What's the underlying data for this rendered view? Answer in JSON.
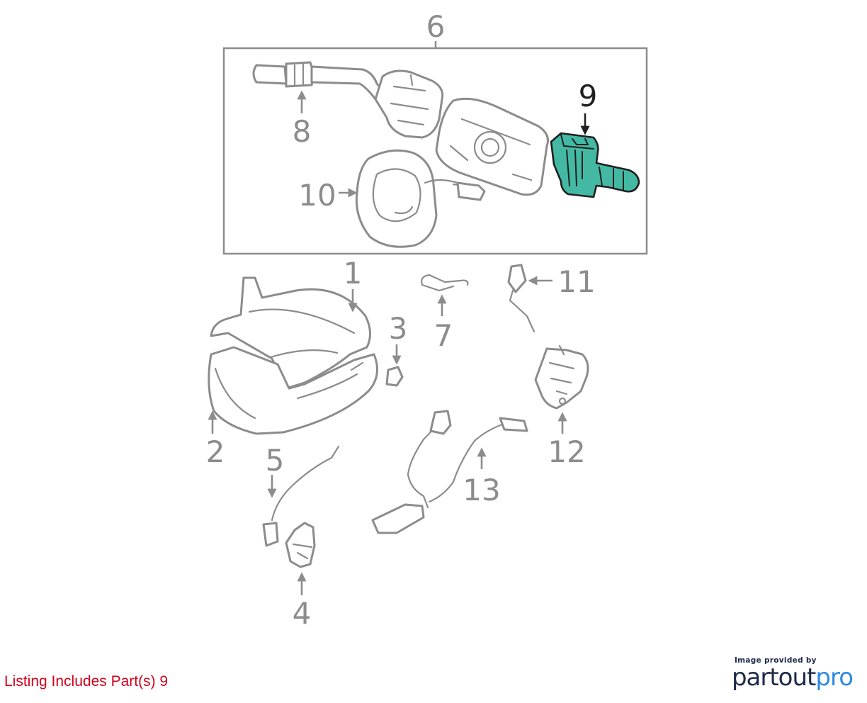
{
  "diagram": {
    "callouts": {
      "c1": "1",
      "c2": "2",
      "c3": "3",
      "c4": "4",
      "c5": "5",
      "c6": "6",
      "c7": "7",
      "c8": "8",
      "c9": "9",
      "c10": "10",
      "c11": "11",
      "c12": "12",
      "c13": "13"
    },
    "highlighted_part": "9",
    "colors": {
      "highlight": "#43b9a3",
      "line_art": "#8c8c8c",
      "note": "#d0021b"
    }
  },
  "footer": {
    "listing_note": "Listing Includes Part(s) 9",
    "brand_caption": "Image provided by",
    "brand_part1": "partout",
    "brand_part2": "pro"
  }
}
